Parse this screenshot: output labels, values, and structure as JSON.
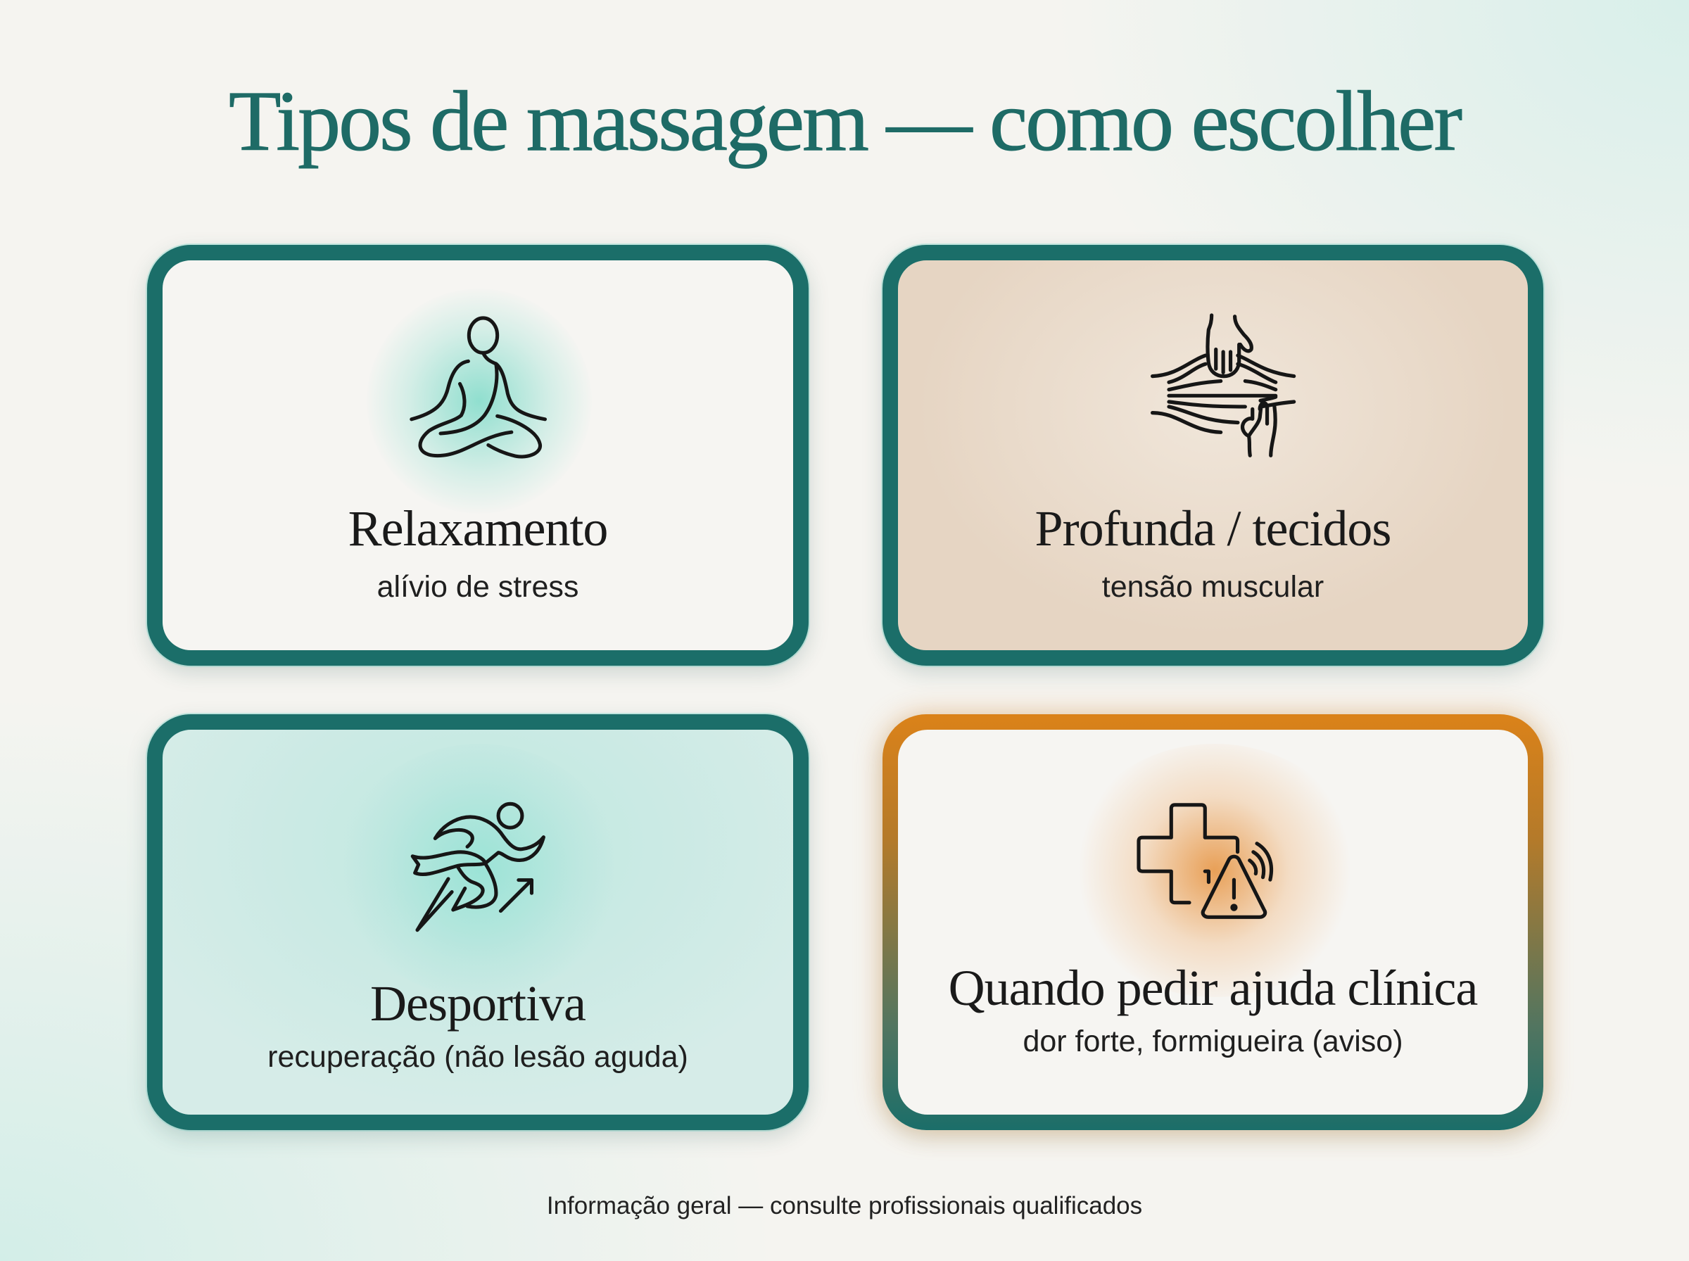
{
  "title": "Tipos de massagem — como escolher",
  "cards": [
    {
      "title": "Relaxamento",
      "subtitle": "alívio de stress",
      "icon": "meditation-icon",
      "background": "#f6f5f2",
      "border_color": "#1b6e69"
    },
    {
      "title": "Profunda / tecidos",
      "subtitle": "tensão muscular",
      "icon": "hands-muscle-icon",
      "background": "#e6d5c3",
      "border_color": "#1b6e69"
    },
    {
      "title": "Desportiva",
      "subtitle": "recuperação (não lesão aguda)",
      "icon": "runner-icon",
      "background": "#d6ece8",
      "border_color": "#1b6e69"
    },
    {
      "title": "Quando pedir ajuda clínica",
      "subtitle": "dor forte, formigueira (aviso)",
      "icon": "medical-warning-icon",
      "background": "#f6f5f2",
      "border_color": "#db8219"
    }
  ],
  "footer": "Informação geral — consulte profissionais qualificados",
  "colors": {
    "title": "#1e6b66",
    "teal_border": "#1b6e69",
    "warning_orange": "#db8219",
    "text": "#1a1a1a"
  }
}
